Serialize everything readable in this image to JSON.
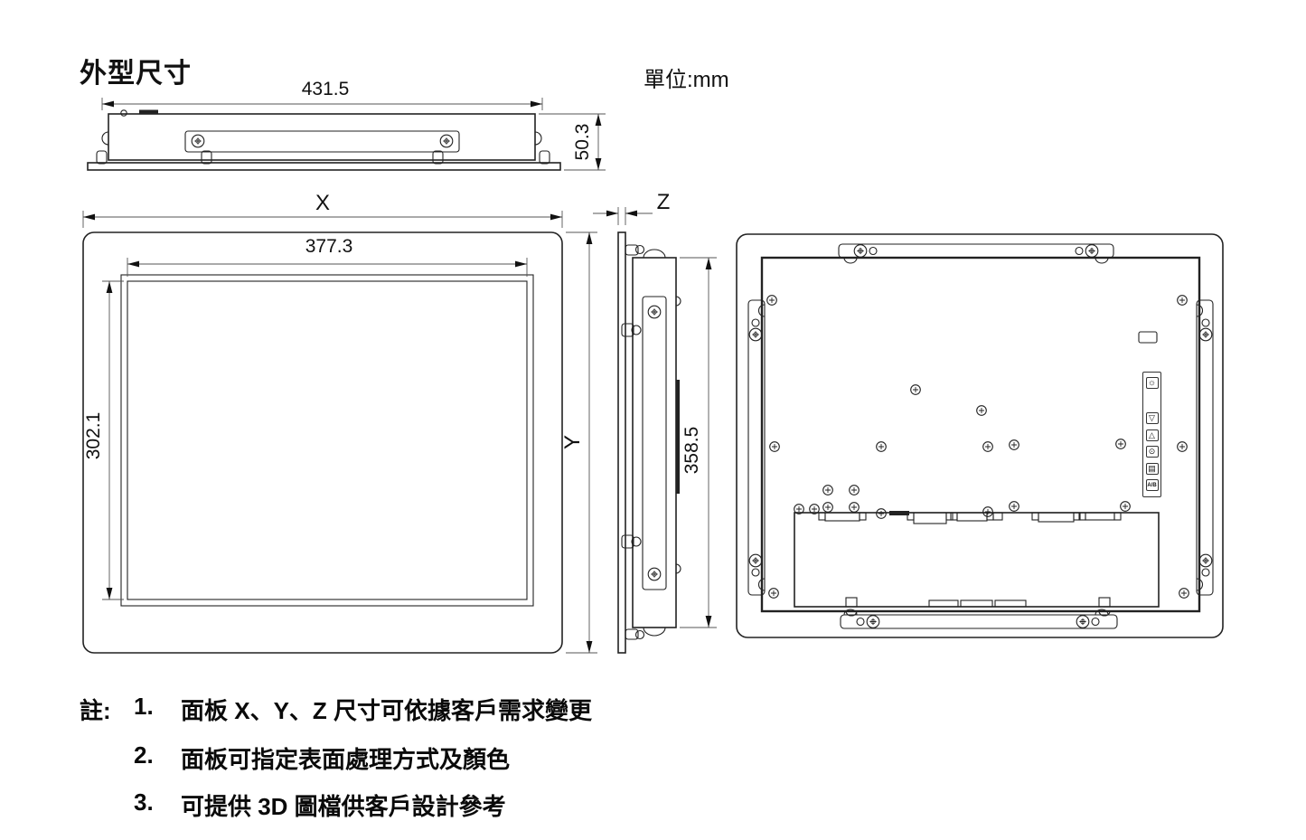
{
  "header": {
    "title": "外型尺寸",
    "unit_label": "單位:mm"
  },
  "dimensions": {
    "top_width": "431.5",
    "top_depth": "50.3",
    "front_overall_width": "X",
    "front_display_width": "377.3",
    "front_display_height": "302.1",
    "front_overall_height": "Y",
    "side_thickness": "Z",
    "side_chassis_height": "358.5"
  },
  "rear_view": {
    "osd_buttons": [
      {
        "name": "brightness",
        "glyph": "☼"
      },
      {
        "name": "down",
        "glyph": "▽"
      },
      {
        "name": "up",
        "glyph": "△"
      },
      {
        "name": "power",
        "glyph": "⊙"
      },
      {
        "name": "menu",
        "glyph": "▤"
      },
      {
        "name": "auto-switch",
        "glyph": "A/B"
      }
    ]
  },
  "notes": {
    "prefix": "註:",
    "items": [
      {
        "num": "1.",
        "text": "面板 X、Y、Z 尺寸可依據客戶需求變更"
      },
      {
        "num": "2.",
        "text": "面板可指定表面處理方式及顏色"
      },
      {
        "num": "3.",
        "text": "可提供 3D 圖檔供客戶設計參考"
      }
    ]
  }
}
